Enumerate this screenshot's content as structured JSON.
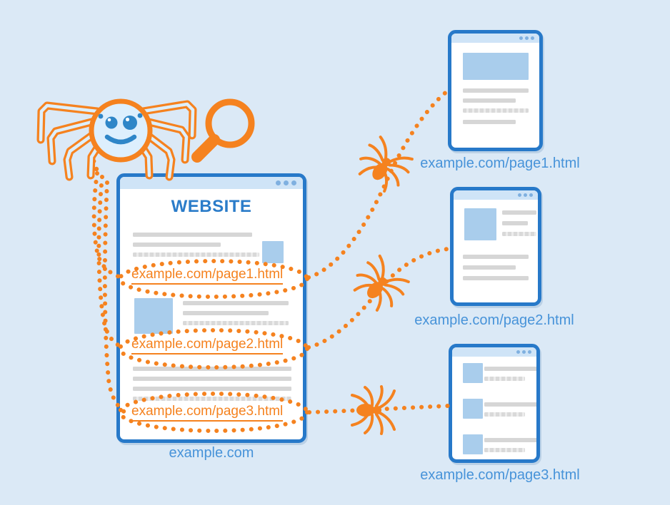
{
  "main_window": {
    "title": "WEBSITE",
    "caption": "example.com",
    "links": [
      {
        "label": "example.com/page1.html"
      },
      {
        "label": "example.com/page2.html"
      },
      {
        "label": "example.com/page3.html"
      }
    ]
  },
  "pages": [
    {
      "caption": "example.com/page1.html"
    },
    {
      "caption": "example.com/page2.html"
    },
    {
      "caption": "example.com/page3.html"
    }
  ],
  "icons": {
    "crawler": "spider-icon",
    "magnifier": "magnifying-glass-icon",
    "path_spiders": [
      "spider-icon",
      "spider-icon",
      "spider-icon"
    ]
  },
  "colors": {
    "background": "#dbe9f6",
    "window_border": "#2779c9",
    "titlebar": "#cfe4f7",
    "accent_orange": "#f5821f",
    "heading_blue": "#2b7cc9",
    "caption_blue": "#4793d9",
    "placeholder_gray": "#d6d6d6",
    "placeholder_blue": "#a9cdec",
    "spider_face_blue": "#2e86c8"
  }
}
